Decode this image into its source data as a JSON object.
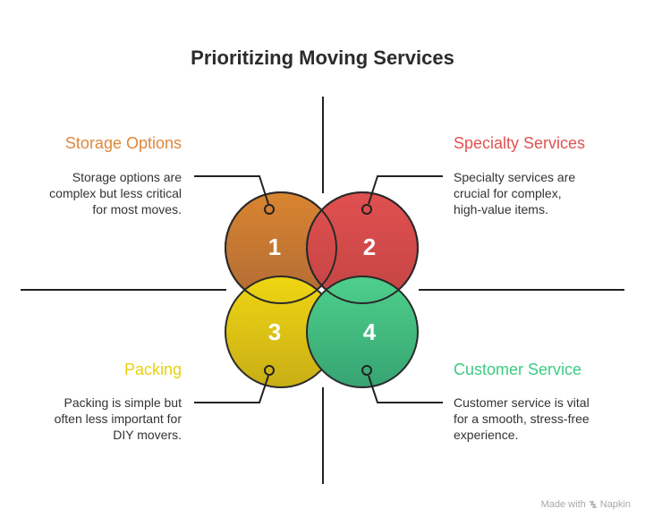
{
  "title": "Prioritizing Moving Services",
  "quadrants": [
    {
      "number": "1",
      "heading": "Storage Options",
      "description": "Storage options are\ncomplex but less critical\nfor most moves.",
      "color": "#e0873a"
    },
    {
      "number": "2",
      "heading": "Specialty Services",
      "description": "Specialty services are\ncrucial for complex,\nhigh-value items.",
      "color": "#e05252"
    },
    {
      "number": "3",
      "heading": "Packing",
      "description": "Packing is simple but\noften less important for\nDIY movers.",
      "color": "#e8d20f"
    },
    {
      "number": "4",
      "heading": "Customer Service",
      "description": "Customer service is vital\nfor a smooth, stress-free\nexperience.",
      "color": "#3dcc82"
    }
  ],
  "watermark": {
    "made_with": "Made with",
    "brand": "Napkin"
  }
}
